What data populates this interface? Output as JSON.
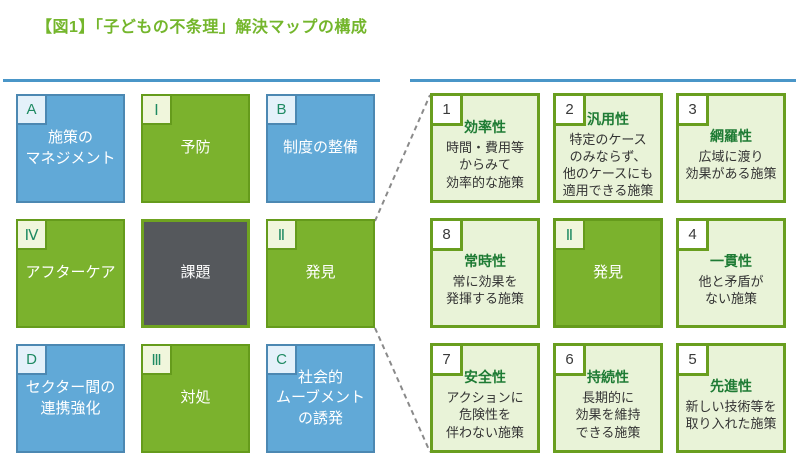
{
  "title": "【図1】「子どもの不条理」解決マップの構成",
  "colors": {
    "title_green": "#74B62C",
    "rule_blue": "#4A96C8",
    "cell_blue": "#61A9D7",
    "cell_green": "#7BB22D",
    "cell_gray": "#55585C",
    "cell_light_green": "#E9F3D8",
    "border_green": "#699E1F",
    "criteria_title_green": "#1E7B34",
    "dashed_line_gray": "#8A8A8A"
  },
  "left_grid": {
    "cells": [
      {
        "id": "A",
        "label": "施策の\nマネジメント",
        "type": "blue"
      },
      {
        "id": "Ⅰ",
        "label": "予防",
        "type": "green"
      },
      {
        "id": "B",
        "label": "制度の整備",
        "type": "blue"
      },
      {
        "id": "Ⅳ",
        "label": "アフターケア",
        "type": "green"
      },
      {
        "id": "",
        "label": "課題",
        "type": "gray"
      },
      {
        "id": "Ⅱ",
        "label": "発見",
        "type": "green"
      },
      {
        "id": "D",
        "label": "セクター間の\n連携強化",
        "type": "blue"
      },
      {
        "id": "Ⅲ",
        "label": "対処",
        "type": "green"
      },
      {
        "id": "C",
        "label": "社会的\nムーブメント\nの誘発",
        "type": "blue"
      }
    ]
  },
  "right_grid": {
    "cells": [
      {
        "id": "1",
        "title": "効率性",
        "body": "時間・費用等\nからみて\n効率的な施策"
      },
      {
        "id": "2",
        "title": "汎用性",
        "body": "特定のケース\nのみならず、\n他のケースにも\n適用できる施策"
      },
      {
        "id": "3",
        "title": "網羅性",
        "body": "広域に渡り\n効果がある施策"
      },
      {
        "id": "8",
        "title": "常時性",
        "body": "常に効果を\n発揮する施策"
      },
      {
        "id": "Ⅱ",
        "title": "発見",
        "body": ""
      },
      {
        "id": "4",
        "title": "一貫性",
        "body": "他と矛盾が\nない施策"
      },
      {
        "id": "7",
        "title": "安全性",
        "body": "アクションに\n危険性を\n伴わない施策"
      },
      {
        "id": "6",
        "title": "持続性",
        "body": "長期的に\n効果を維持\nできる施策"
      },
      {
        "id": "5",
        "title": "先進性",
        "body": "新しい技術等を\n取り入れた施策"
      }
    ]
  }
}
